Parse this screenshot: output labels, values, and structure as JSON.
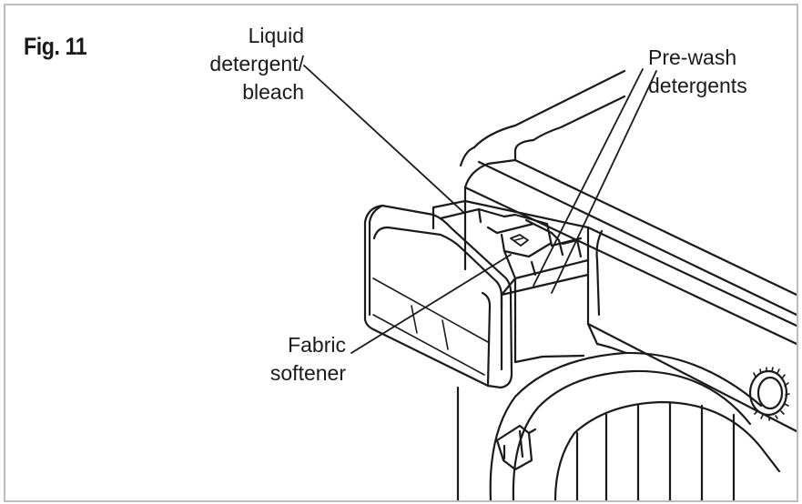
{
  "figure": {
    "title": "Fig. 11"
  },
  "labels": {
    "liquid_detergent": {
      "line1": "Liquid",
      "line2": "detergent/",
      "line3": "bleach"
    },
    "prewash": {
      "line1": "Pre-wash",
      "line2": "detergents"
    },
    "fabric_softener": {
      "line1": "Fabric",
      "line2": "softener"
    }
  },
  "colors": {
    "line": "#1a1a1a",
    "border": "#bdbdbd",
    "background": "#ffffff"
  }
}
